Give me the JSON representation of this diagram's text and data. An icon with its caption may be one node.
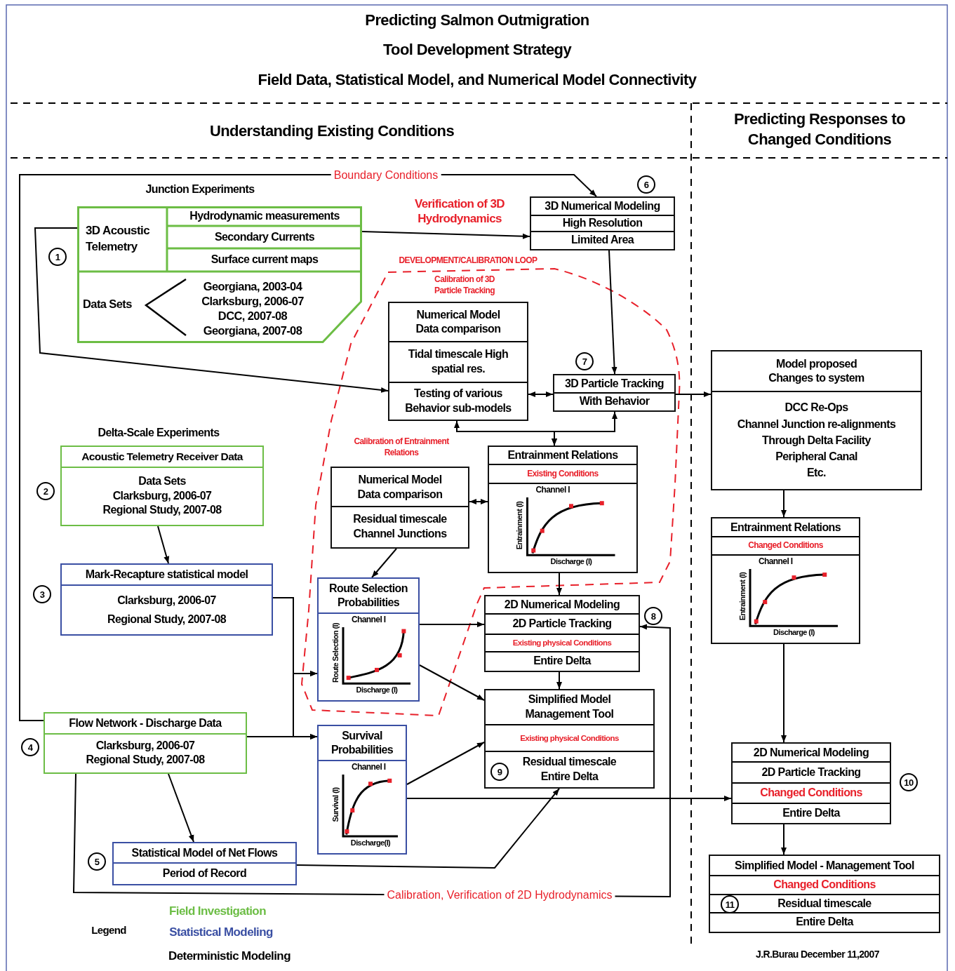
{
  "diagram": {
    "title": "Predicting Salmon Outmigration",
    "nodes": [
      {
        "beside": [
          "Junction Experiments"
        ],
        "text": [
          "3D Acoustic Telemetry",
          "Hydrodynamic measurements",
          "Secondary Currents",
          "Surface current maps",
          "Data Sets",
          "Georgiana, 2003-04",
          "Clarksburg, 2006-07",
          "DCC, 2007-08",
          "Georgiana, 2007-08"
        ]
      },
      {
        "text": [
          "3D Numerical Modeling",
          "High Resolution",
          "Limited Area"
        ]
      },
      {
        "text": [
          "Numerical Model Data comparison",
          "Tidal timescale High spatial res.",
          "Testing of various Behavior sub-models"
        ]
      },
      {
        "text": [
          "3D Particle Tracking",
          "With Behavior"
        ]
      },
      {
        "text": [
          "Model proposed Changes to system",
          "DCC Re-Ops",
          "Channel Junction re-alignments",
          "Through Delta Facility",
          "Peripheral Canal",
          "Etc."
        ]
      },
      {
        "beside": [
          "Delta-Scale Experiments"
        ],
        "text": [
          "Acoustic Telemetry Receiver Data",
          "Data Sets",
          "Clarksburg, 2006-07",
          "Regional Study, 2007-08"
        ]
      },
      {
        "text": [
          "Entrainment Relations",
          "Existing Conditions",
          "Channel I",
          "Entrainment (I)",
          "Discharge (I)"
        ]
      },
      {
        "text": [
          "Numerical Model Data comparison",
          "Residual timescale Channel Junctions"
        ]
      },
      {
        "text": [
          "Entrainment Relations",
          "Changed Conditions",
          "Channel I",
          "Entrainment (I)",
          "Discharge (I)"
        ]
      },
      {
        "text": [
          "Mark-Recapture statistical model",
          "Clarksburg, 2006-07",
          "Regional Study, 2007-08"
        ]
      },
      {
        "text": [
          "Route Selection Probabilities",
          "Channel I",
          "Route Selection (I)",
          "Discharge (I)"
        ]
      },
      {
        "text": [
          "2D Numerical Modeling",
          "2D Particle Tracking",
          "Existing physical Conditions",
          "Entire Delta"
        ]
      },
      {
        "text": [
          "Flow Network - Discharge Data",
          "Clarksburg, 2006-07",
          "Regional Study, 2007-08"
        ]
      },
      {
        "text": [
          "Survival Probabilities",
          "Channel I",
          "Survival (I)",
          "Discharge(I)"
        ]
      },
      {
        "text": [
          "Simplified Model Management Tool",
          "Existing physical Conditions",
          "Residual timescale Entire Delta"
        ]
      },
      {
        "text": [
          "2D Numerical Modeling",
          "2D Particle Tracking",
          "Changed Conditions",
          "Entire Delta"
        ]
      },
      {
        "text": [
          "Statistical Model of Net Flows",
          "Period of Record"
        ]
      },
      {
        "text": [
          "Simplified Model - Management Tool",
          "Changed Conditions",
          "Residual timescale",
          "Entire Delta"
        ]
      }
    ],
    "edges": [
      {
        "from": 12,
        "to": 1,
        "arrow": "to",
        "label": "Boundary Conditions"
      },
      {
        "from": 0,
        "to": 1,
        "arrow": "to",
        "label": "Verification of 3D Hydrodynamics"
      },
      {
        "from": 0,
        "to": 2,
        "arrow": "to"
      },
      {
        "from": 1,
        "to": 3,
        "arrow": "to"
      },
      {
        "from": 2,
        "to": 3,
        "arrow": "both"
      },
      {
        "from": 3,
        "to": 4,
        "arrow": "to"
      },
      {
        "from": 6,
        "to": 2,
        "arrow": "both"
      },
      {
        "from": 6,
        "to": 3,
        "arrow": "both"
      },
      {
        "from": 7,
        "to": 6,
        "arrow": "both"
      },
      {
        "from": 7,
        "to": 10,
        "arrow": "to"
      },
      {
        "from": 5,
        "to": 9,
        "arrow": "to"
      },
      {
        "from": 9,
        "to": 10,
        "arrow": "to"
      },
      {
        "from": 9,
        "to": 13,
        "arrow": "to"
      },
      {
        "from": 12,
        "to": 10,
        "arrow": "to"
      },
      {
        "from": 12,
        "to": 13,
        "arrow": "to"
      },
      {
        "from": 10,
        "to": 11,
        "arrow": "to"
      },
      {
        "from": 10,
        "to": 14,
        "arrow": "to"
      },
      {
        "from": 6,
        "to": 11,
        "arrow": "to"
      },
      {
        "from": 11,
        "to": 14,
        "arrow": "to"
      },
      {
        "from": 13,
        "to": 14,
        "arrow": "to"
      },
      {
        "from": 13,
        "to": 15,
        "arrow": "to"
      },
      {
        "from": 16,
        "to": 14,
        "arrow": "to"
      },
      {
        "from": 12,
        "to": 16,
        "arrow": "to"
      },
      {
        "from": 12,
        "to": 11,
        "arrow": "to",
        "label": "Calibration, Verification of 2D Hydrodynamics"
      },
      {
        "from": 4,
        "to": 8,
        "arrow": "to"
      },
      {
        "from": 8,
        "to": 15,
        "arrow": "to"
      },
      {
        "from": 15,
        "to": 17,
        "arrow": "to"
      }
    ],
    "labels": [
      "Tool Development Strategy",
      "Field Data, Statistical Model, and Numerical Model Connectivity",
      "Understanding Existing Conditions",
      "Predicting Responses to Changed Conditions",
      "6",
      "1",
      "DEVELOPMENT/CALIBRATION LOOP",
      "Calibration of 3D Particle Tracking",
      "7",
      "Calibration of Entrainment Relations",
      "2",
      "3",
      "8",
      "4",
      "9",
      "10",
      "5",
      "11",
      "Legend",
      "J.R.Burau December 11,2007"
    ],
    "legend": [
      {
        "text": "Field Investigation",
        "color": "#6cbd45"
      },
      {
        "text": "Statistical Modeling",
        "color": "#3a4fa3"
      },
      {
        "text": "Deterministic Modeling",
        "color": "#000000"
      }
    ]
  }
}
